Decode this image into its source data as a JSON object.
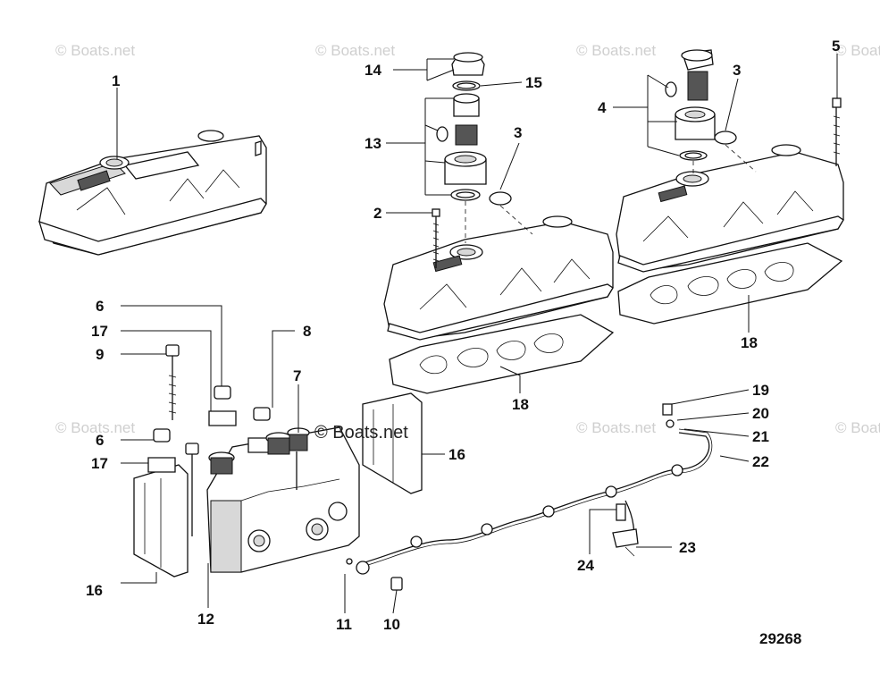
{
  "watermark": "© Boats.net",
  "figure_number": "29268",
  "callouts": {
    "c1": "1",
    "c2": "2",
    "c3a": "3",
    "c3b": "3",
    "c4": "4",
    "c5": "5",
    "c6a": "6",
    "c6b": "6",
    "c7": "7",
    "c8": "8",
    "c9": "9",
    "c10": "10",
    "c11": "11",
    "c12": "12",
    "c13": "13",
    "c14": "14",
    "c15": "15",
    "c16a": "16",
    "c16b": "16",
    "c17a": "17",
    "c17b": "17",
    "c18a": "18",
    "c18b": "18",
    "c19": "19",
    "c20": "20",
    "c21": "21",
    "c22": "22",
    "c23": "23",
    "c24": "24"
  }
}
